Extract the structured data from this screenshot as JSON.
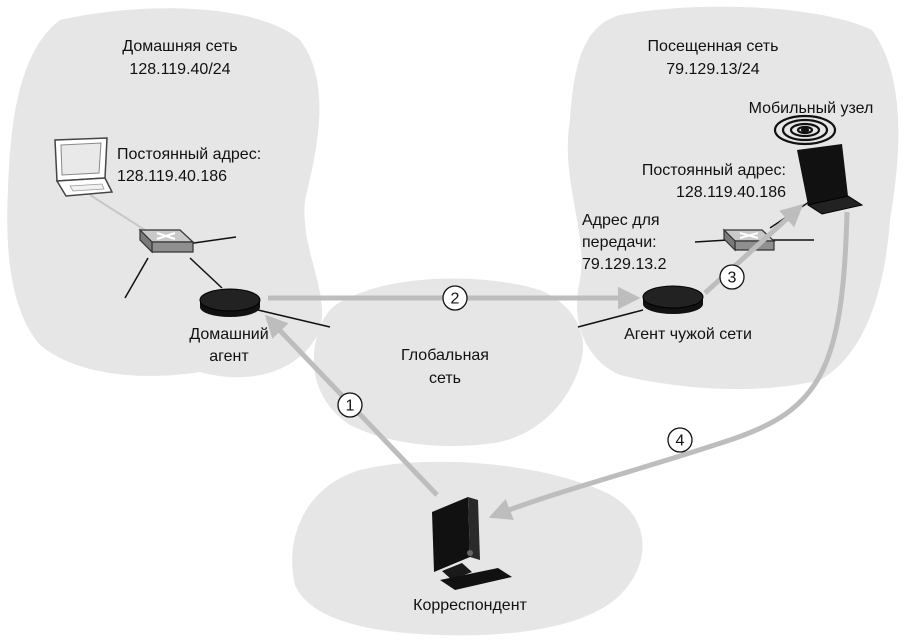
{
  "home_network": {
    "title": "Домашняя сеть",
    "subnet": "128.119.40/24",
    "permanent_address_label": "Постоянный адрес:",
    "permanent_address": "128.119.40.186",
    "agent_line1": "Домашний",
    "agent_line2": "агент"
  },
  "visited_network": {
    "title": "Посещенная сеть",
    "subnet": "79.129.13/24",
    "mobile_node": "Мобильный узел",
    "permanent_address_label": "Постоянный адрес:",
    "permanent_address": "128.119.40.186",
    "care_of_line1": "Адрес для",
    "care_of_line2": "передачи:",
    "care_of_address": "79.129.13.2",
    "foreign_agent": "Агент чужой сети"
  },
  "wide_area_network": {
    "line1": "Глобальная",
    "line2": "сеть"
  },
  "correspondent": {
    "label": "Корреспондент"
  },
  "steps": [
    "1",
    "2",
    "3",
    "4"
  ],
  "colors": {
    "cloud": "#e6e6e6",
    "arrow": "#bdbdbd",
    "device": "#111111",
    "switch": "#9a9a9a"
  }
}
